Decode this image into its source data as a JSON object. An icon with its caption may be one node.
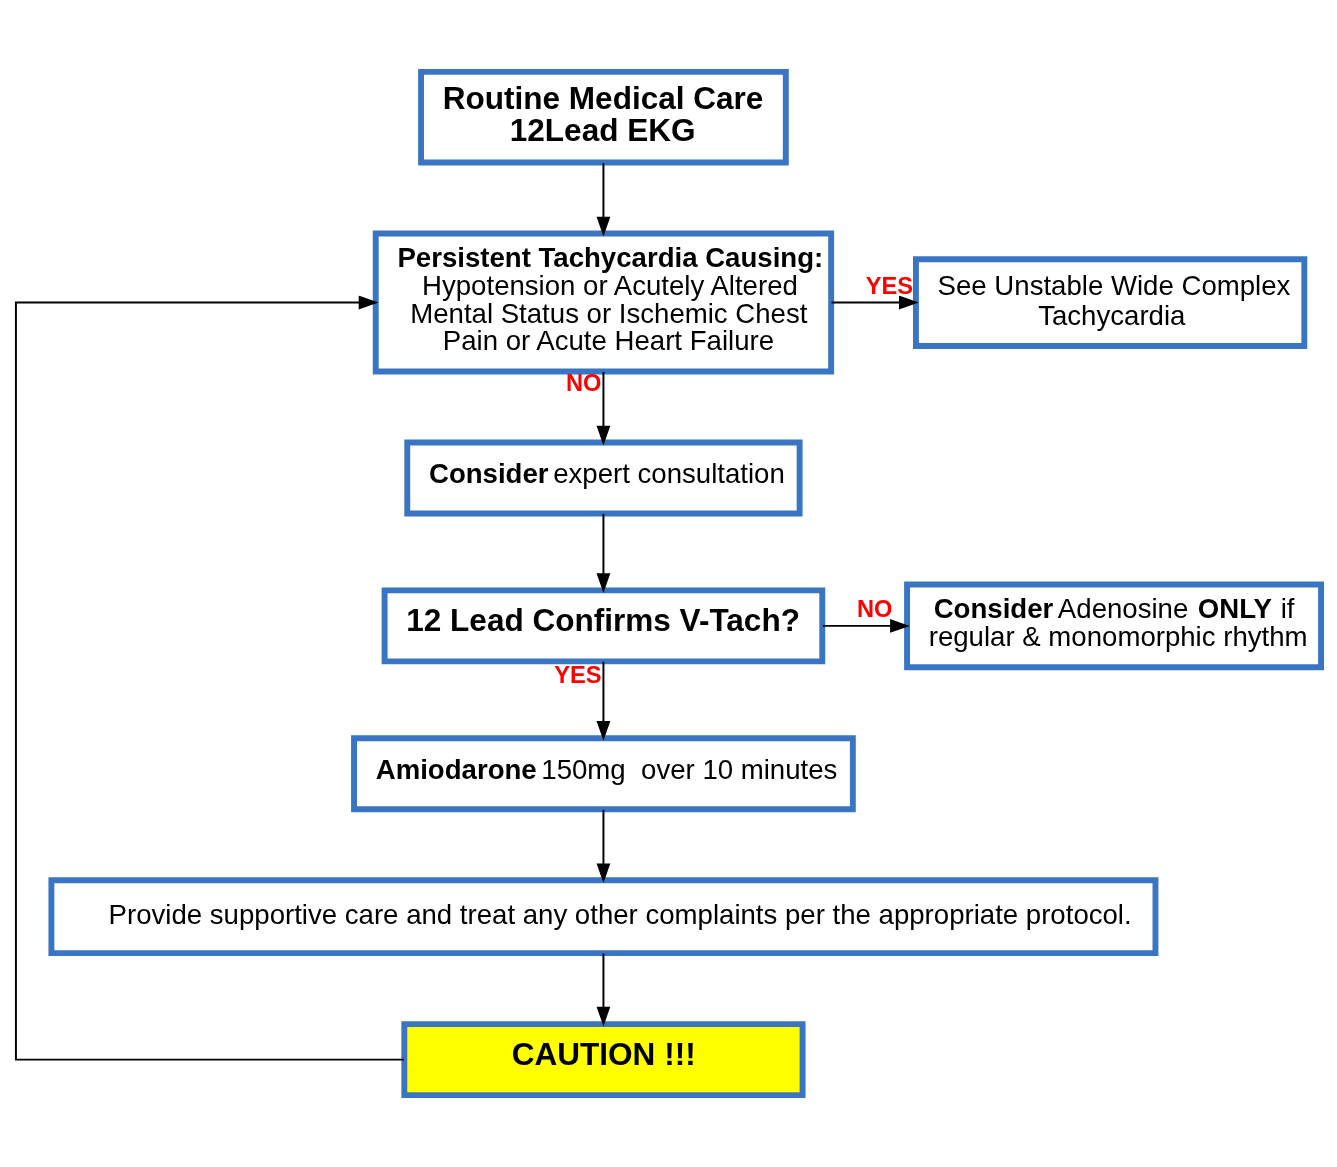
{
  "diagram": {
    "nodes": [
      {
        "text": [
          "Routine Medical Care",
          "12Lead EKG"
        ]
      },
      {
        "text": [
          "Persistent Tachycardia Causing:",
          "Hypotension or Acutely Altered Mental Status or Ischemic Chest Pain or Acute Heart Failure"
        ]
      },
      {
        "text": [
          "See Unstable Wide Complex Tachycardia"
        ]
      },
      {
        "text": [
          "**Consider** expert consultation"
        ]
      },
      {
        "text": [
          "12 Lead Confirms V-Tach?"
        ]
      },
      {
        "text": [
          "**Consider** Adenosine **ONLY** if regular & monomorphic rhythm"
        ]
      },
      {
        "text": [
          "**Amiodarone** 150mg  over 10 minutes"
        ]
      },
      {
        "text": [
          "Provide supportive care and treat any other complaints per the appropriate protocol."
        ]
      },
      {
        "text": [
          "CAUTION !!!"
        ]
      }
    ],
    "edges": [
      {
        "from": 0,
        "to": 1,
        "arrow": "to"
      },
      {
        "from": 1,
        "to": 2,
        "arrow": "to",
        "label": "YES"
      },
      {
        "from": 1,
        "to": 3,
        "arrow": "to",
        "label": "NO"
      },
      {
        "from": 3,
        "to": 4,
        "arrow": "to"
      },
      {
        "from": 4,
        "to": 5,
        "arrow": "to",
        "label": "NO"
      },
      {
        "from": 4,
        "to": 6,
        "arrow": "to",
        "label": "YES"
      },
      {
        "from": 6,
        "to": 7,
        "arrow": "to"
      },
      {
        "from": 7,
        "to": 8,
        "arrow": "to"
      },
      {
        "from": 8,
        "to": 1,
        "arrow": "to"
      }
    ]
  }
}
